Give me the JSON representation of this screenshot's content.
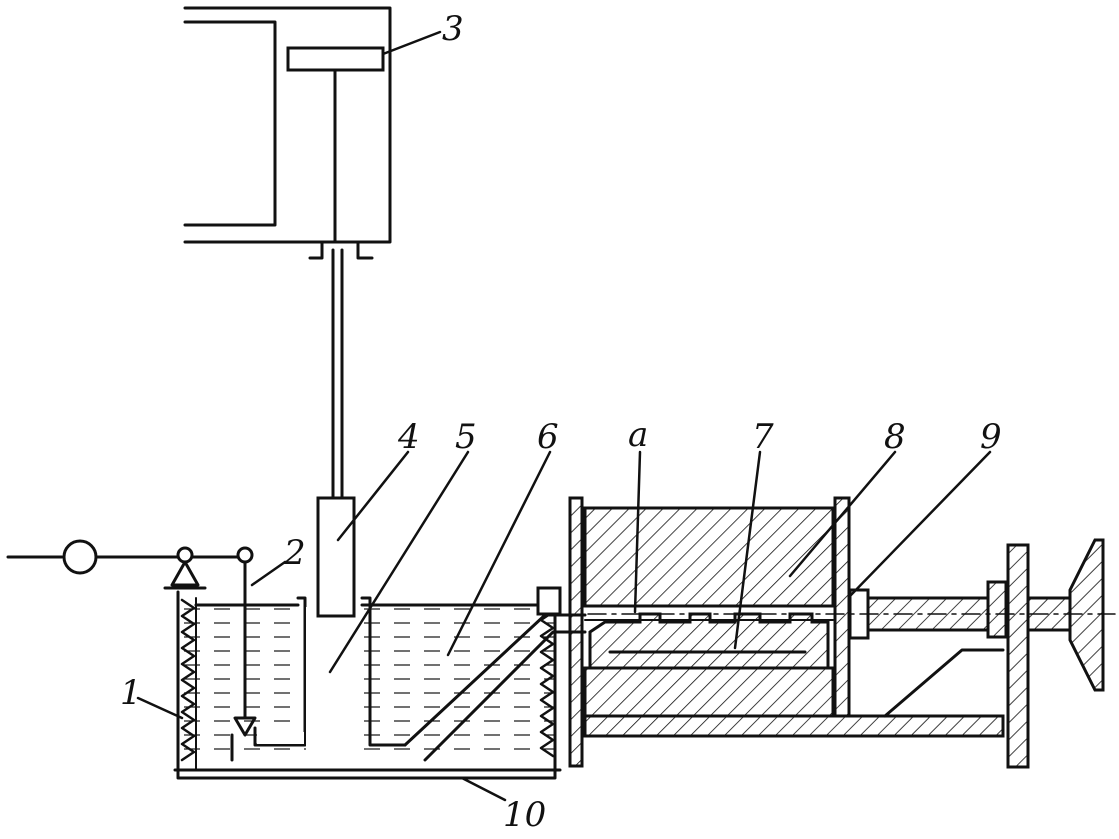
{
  "diagram": {
    "labels": {
      "heater": "1",
      "level_sensor": "2",
      "weight_sensor": "3",
      "displacer": "4",
      "tank_partition": "5",
      "melt_tank": "6",
      "mold_insert": "7",
      "mold_body": "8",
      "clamp_screw": "9",
      "feed_pipe": "10",
      "cavity": "a"
    },
    "colors": {
      "ink": "#111111",
      "paper": "#ffffff"
    }
  }
}
